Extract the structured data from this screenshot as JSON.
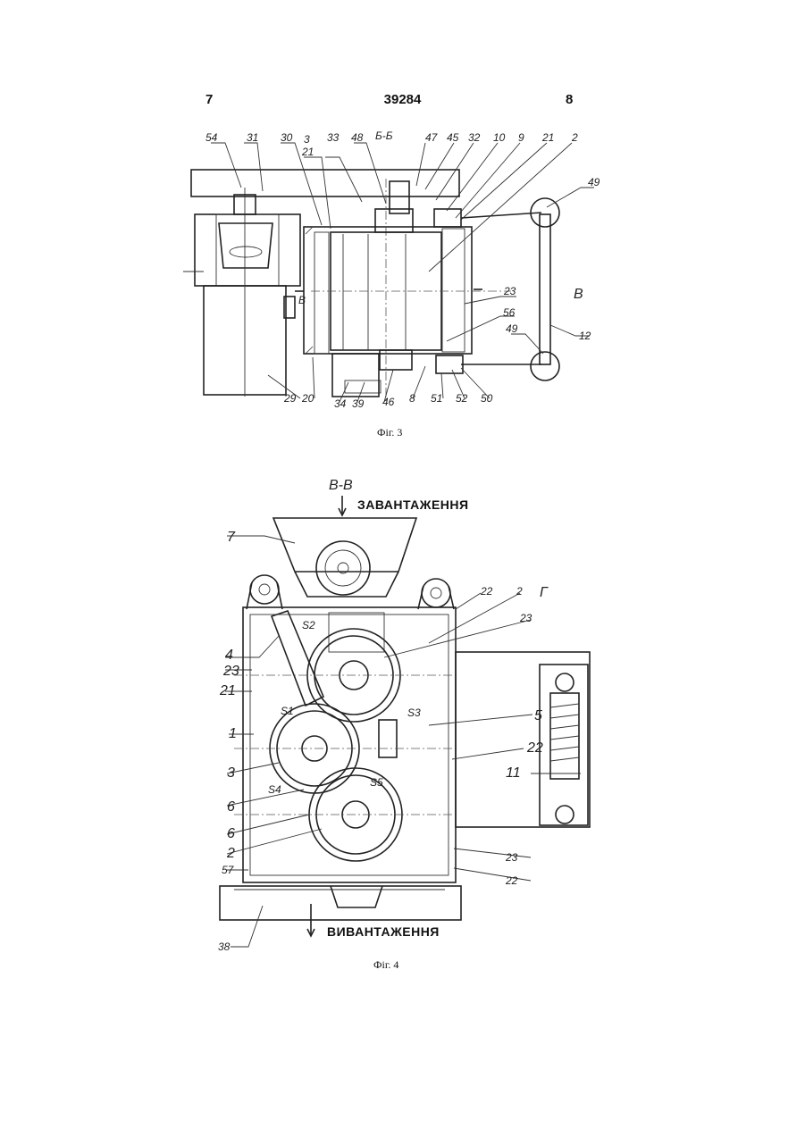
{
  "header": {
    "left": "7",
    "center": "39284",
    "right": "8"
  },
  "fig3": {
    "caption": "Фіг. 3",
    "section": "Б-Б",
    "mark": "В",
    "mark_right": "В",
    "labels": [
      "54",
      "31",
      "30",
      "3",
      "21",
      "33",
      "48",
      "47",
      "45",
      "32",
      "10",
      "9",
      "21",
      "2",
      "49",
      "23",
      "56",
      "12",
      "49",
      "29",
      "20",
      "34",
      "39",
      "46",
      "8",
      "51",
      "52",
      "50"
    ]
  },
  "fig4": {
    "caption": "Фіг. 4",
    "section": "В-В",
    "load": "ЗАВАНТАЖЕННЯ",
    "unload": "ВИВАНТАЖЕННЯ",
    "view": "Г",
    "labels": [
      "7",
      "22",
      "2",
      "23",
      "4",
      "23",
      "21",
      "5",
      "1",
      "22",
      "3",
      "11",
      "6",
      "6",
      "2",
      "57",
      "23",
      "22",
      "38"
    ],
    "dims": [
      "S2",
      "S1",
      "S3",
      "S4",
      "S5"
    ]
  }
}
